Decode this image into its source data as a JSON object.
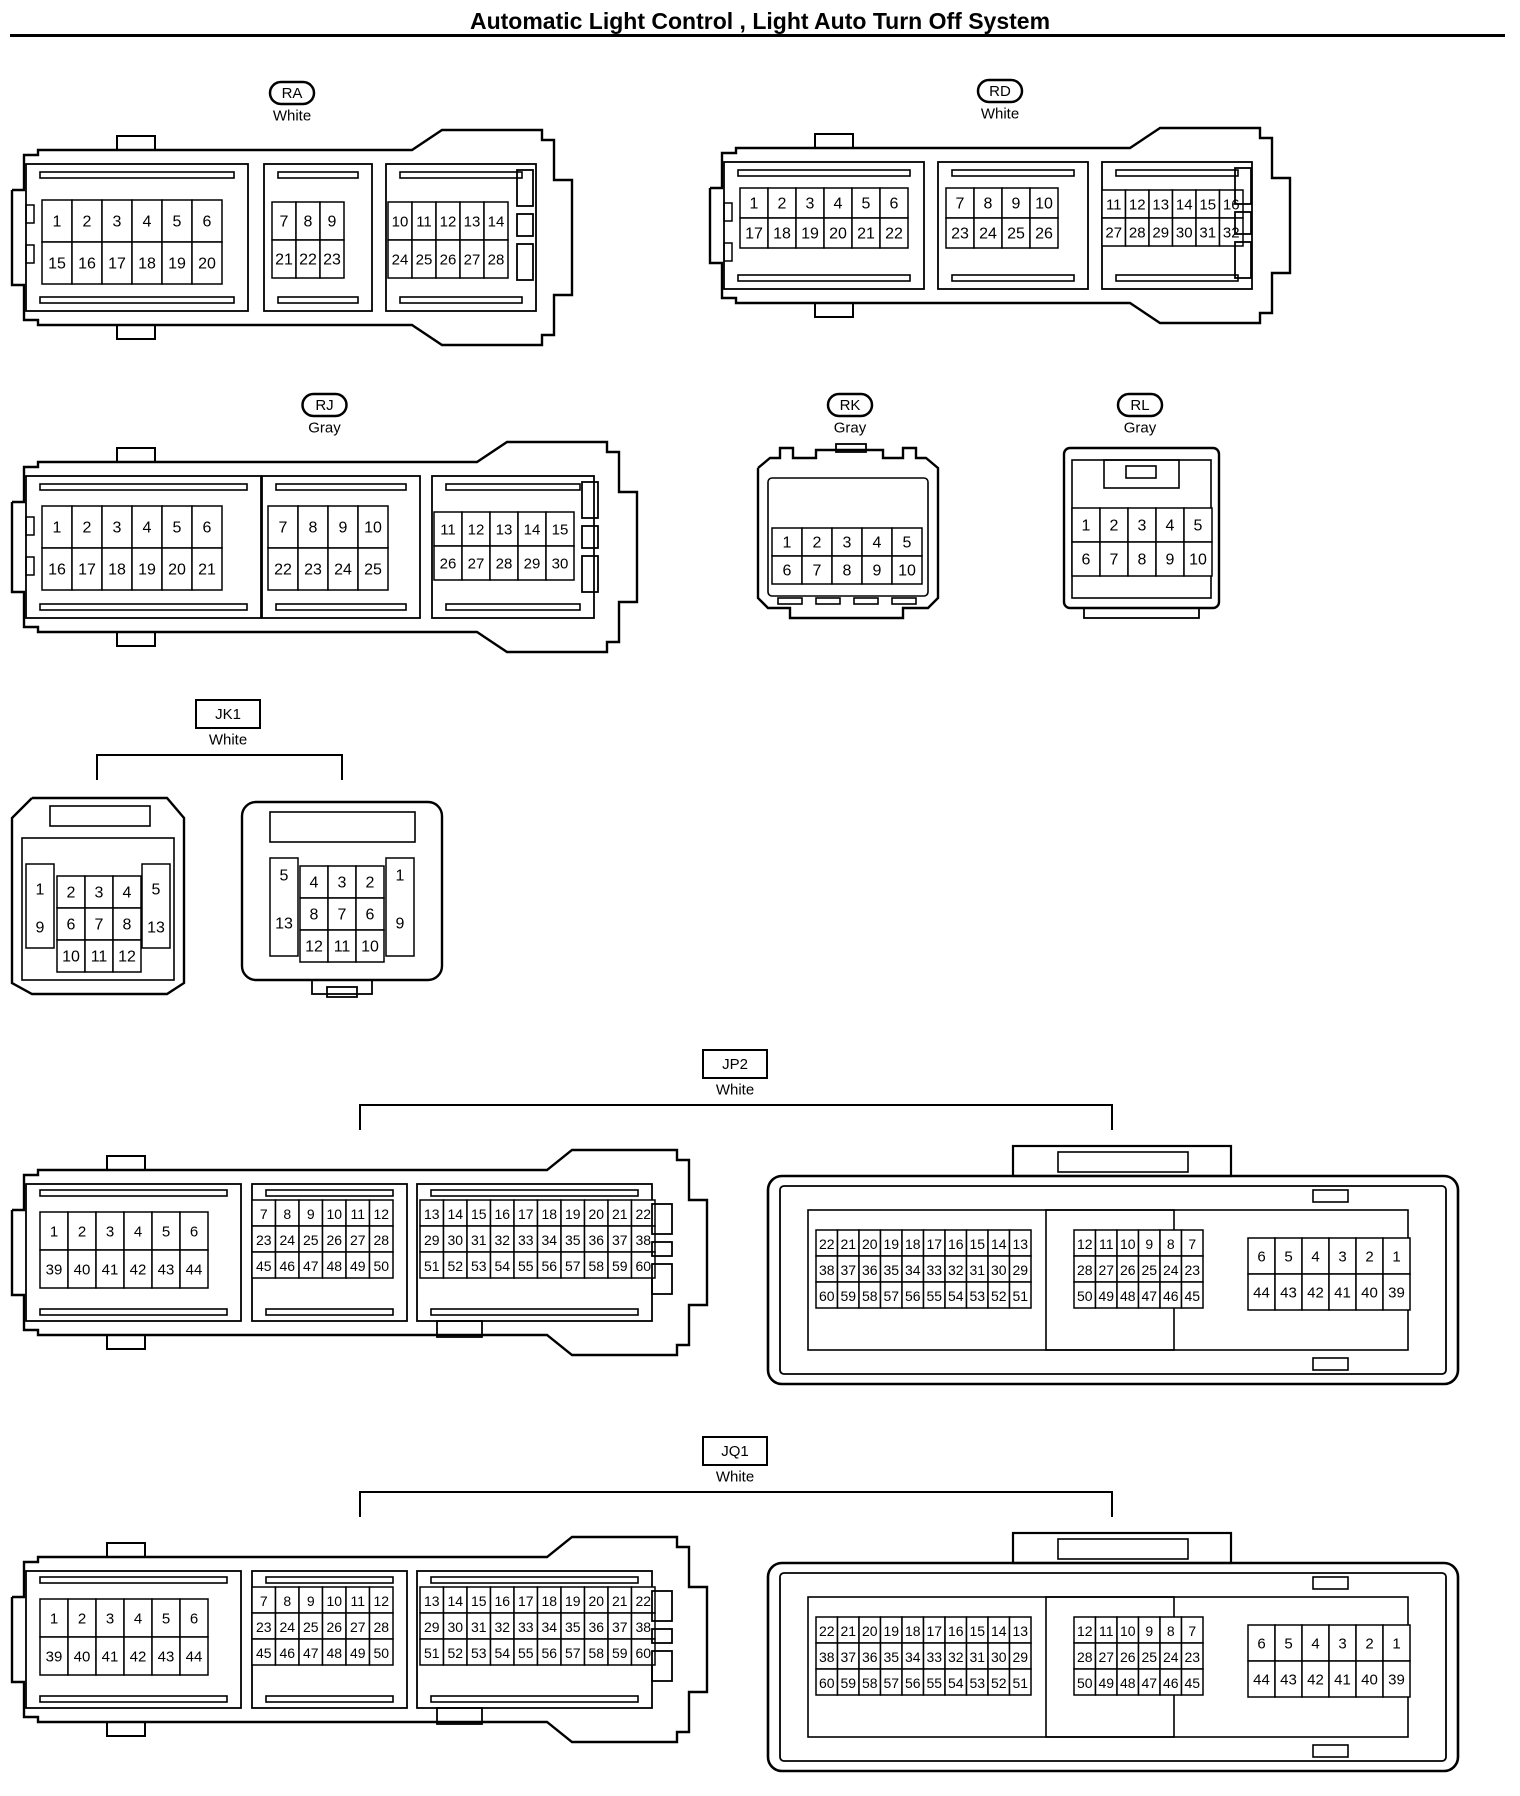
{
  "title": "Automatic Light Control , Light Auto Turn Off System",
  "colors": {
    "ink": "#000000",
    "paper": "#ffffff"
  },
  "connectors": [
    {
      "id": "RA",
      "color": "White",
      "label_style": "pill",
      "groups": [
        [
          [
            "1",
            "2",
            "3",
            "4",
            "5",
            "6"
          ],
          [
            "15",
            "16",
            "17",
            "18",
            "19",
            "20"
          ]
        ],
        [
          [
            "7",
            "8",
            "9"
          ],
          [
            "21",
            "22",
            "23"
          ]
        ],
        [
          [
            "10",
            "11",
            "12",
            "13",
            "14"
          ],
          [
            "24",
            "25",
            "26",
            "27",
            "28"
          ]
        ]
      ]
    },
    {
      "id": "RD",
      "color": "White",
      "label_style": "pill",
      "groups": [
        [
          [
            "1",
            "2",
            "3",
            "4",
            "5",
            "6"
          ],
          [
            "17",
            "18",
            "19",
            "20",
            "21",
            "22"
          ]
        ],
        [
          [
            "7",
            "8",
            "9",
            "10"
          ],
          [
            "23",
            "24",
            "25",
            "26"
          ]
        ],
        [
          [
            "11",
            "12",
            "13",
            "14",
            "15",
            "16"
          ],
          [
            "27",
            "28",
            "29",
            "30",
            "31",
            "32"
          ]
        ]
      ]
    },
    {
      "id": "RJ",
      "color": "Gray",
      "label_style": "pill",
      "groups": [
        [
          [
            "1",
            "2",
            "3",
            "4",
            "5",
            "6"
          ],
          [
            "16",
            "17",
            "18",
            "19",
            "20",
            "21"
          ]
        ],
        [
          [
            "7",
            "8",
            "9",
            "10"
          ],
          [
            "22",
            "23",
            "24",
            "25"
          ]
        ],
        [
          [
            "11",
            "12",
            "13",
            "14",
            "15"
          ],
          [
            "26",
            "27",
            "28",
            "29",
            "30"
          ]
        ]
      ]
    },
    {
      "id": "RK",
      "color": "Gray",
      "label_style": "pill",
      "groups": [
        [
          [
            "1",
            "2",
            "3",
            "4",
            "5"
          ],
          [
            "6",
            "7",
            "8",
            "9",
            "10"
          ]
        ]
      ]
    },
    {
      "id": "RL",
      "color": "Gray",
      "label_style": "pill",
      "groups": [
        [
          [
            "1",
            "2",
            "3",
            "4",
            "5"
          ],
          [
            "6",
            "7",
            "8",
            "9",
            "10"
          ]
        ]
      ]
    },
    {
      "id": "JK1",
      "color": "White",
      "label_style": "box",
      "left": {
        "col_left": [
          "1",
          "9"
        ],
        "mid": [
          [
            "2",
            "3",
            "4"
          ],
          [
            "6",
            "7",
            "8"
          ],
          [
            "10",
            "11",
            "12"
          ]
        ],
        "col_right": [
          "5",
          "13"
        ]
      },
      "right": {
        "col_left": [
          "5",
          "13"
        ],
        "mid": [
          [
            "4",
            "3",
            "2"
          ],
          [
            "8",
            "7",
            "6"
          ],
          [
            "12",
            "11",
            "10"
          ]
        ],
        "col_right": [
          "1",
          "9"
        ]
      }
    },
    {
      "id": "JP2",
      "color": "White",
      "label_style": "box",
      "left_groups": [
        [
          [
            "1",
            "2",
            "3",
            "4",
            "5",
            "6"
          ],
          [
            "39",
            "40",
            "41",
            "42",
            "43",
            "44"
          ]
        ],
        [
          [
            "7",
            "8",
            "9",
            "10",
            "11",
            "12"
          ],
          [
            "23",
            "24",
            "25",
            "26",
            "27",
            "28"
          ],
          [
            "45",
            "46",
            "47",
            "48",
            "49",
            "50"
          ]
        ],
        [
          [
            "13",
            "14",
            "15",
            "16",
            "17",
            "18",
            "19",
            "20",
            "21",
            "22"
          ],
          [
            "29",
            "30",
            "31",
            "32",
            "33",
            "34",
            "35",
            "36",
            "37",
            "38"
          ],
          [
            "51",
            "52",
            "53",
            "54",
            "55",
            "56",
            "57",
            "58",
            "59",
            "60"
          ]
        ]
      ],
      "right_groups": [
        [
          [
            "22",
            "21",
            "20",
            "19",
            "18",
            "17",
            "16",
            "15",
            "14",
            "13"
          ],
          [
            "38",
            "37",
            "36",
            "35",
            "34",
            "33",
            "32",
            "31",
            "30",
            "29"
          ],
          [
            "60",
            "59",
            "58",
            "57",
            "56",
            "55",
            "54",
            "53",
            "52",
            "51"
          ]
        ],
        [
          [
            "12",
            "11",
            "10",
            "9",
            "8",
            "7"
          ],
          [
            "28",
            "27",
            "26",
            "25",
            "24",
            "23"
          ],
          [
            "50",
            "49",
            "48",
            "47",
            "46",
            "45"
          ]
        ],
        [
          [
            "6",
            "5",
            "4",
            "3",
            "2",
            "1"
          ],
          [
            "44",
            "43",
            "42",
            "41",
            "40",
            "39"
          ]
        ]
      ]
    },
    {
      "id": "JQ1",
      "color": "White",
      "label_style": "box",
      "left_groups": [
        [
          [
            "1",
            "2",
            "3",
            "4",
            "5",
            "6"
          ],
          [
            "39",
            "40",
            "41",
            "42",
            "43",
            "44"
          ]
        ],
        [
          [
            "7",
            "8",
            "9",
            "10",
            "11",
            "12"
          ],
          [
            "23",
            "24",
            "25",
            "26",
            "27",
            "28"
          ],
          [
            "45",
            "46",
            "47",
            "48",
            "49",
            "50"
          ]
        ],
        [
          [
            "13",
            "14",
            "15",
            "16",
            "17",
            "18",
            "19",
            "20",
            "21",
            "22"
          ],
          [
            "29",
            "30",
            "31",
            "32",
            "33",
            "34",
            "35",
            "36",
            "37",
            "38"
          ],
          [
            "51",
            "52",
            "53",
            "54",
            "55",
            "56",
            "57",
            "58",
            "59",
            "60"
          ]
        ]
      ],
      "right_groups": [
        [
          [
            "22",
            "21",
            "20",
            "19",
            "18",
            "17",
            "16",
            "15",
            "14",
            "13"
          ],
          [
            "38",
            "37",
            "36",
            "35",
            "34",
            "33",
            "32",
            "31",
            "30",
            "29"
          ],
          [
            "60",
            "59",
            "58",
            "57",
            "56",
            "55",
            "54",
            "53",
            "52",
            "51"
          ]
        ],
        [
          [
            "12",
            "11",
            "10",
            "9",
            "8",
            "7"
          ],
          [
            "28",
            "27",
            "26",
            "25",
            "24",
            "23"
          ],
          [
            "50",
            "49",
            "48",
            "47",
            "46",
            "45"
          ]
        ],
        [
          [
            "6",
            "5",
            "4",
            "3",
            "2",
            "1"
          ],
          [
            "44",
            "43",
            "42",
            "41",
            "40",
            "39"
          ]
        ]
      ]
    }
  ]
}
